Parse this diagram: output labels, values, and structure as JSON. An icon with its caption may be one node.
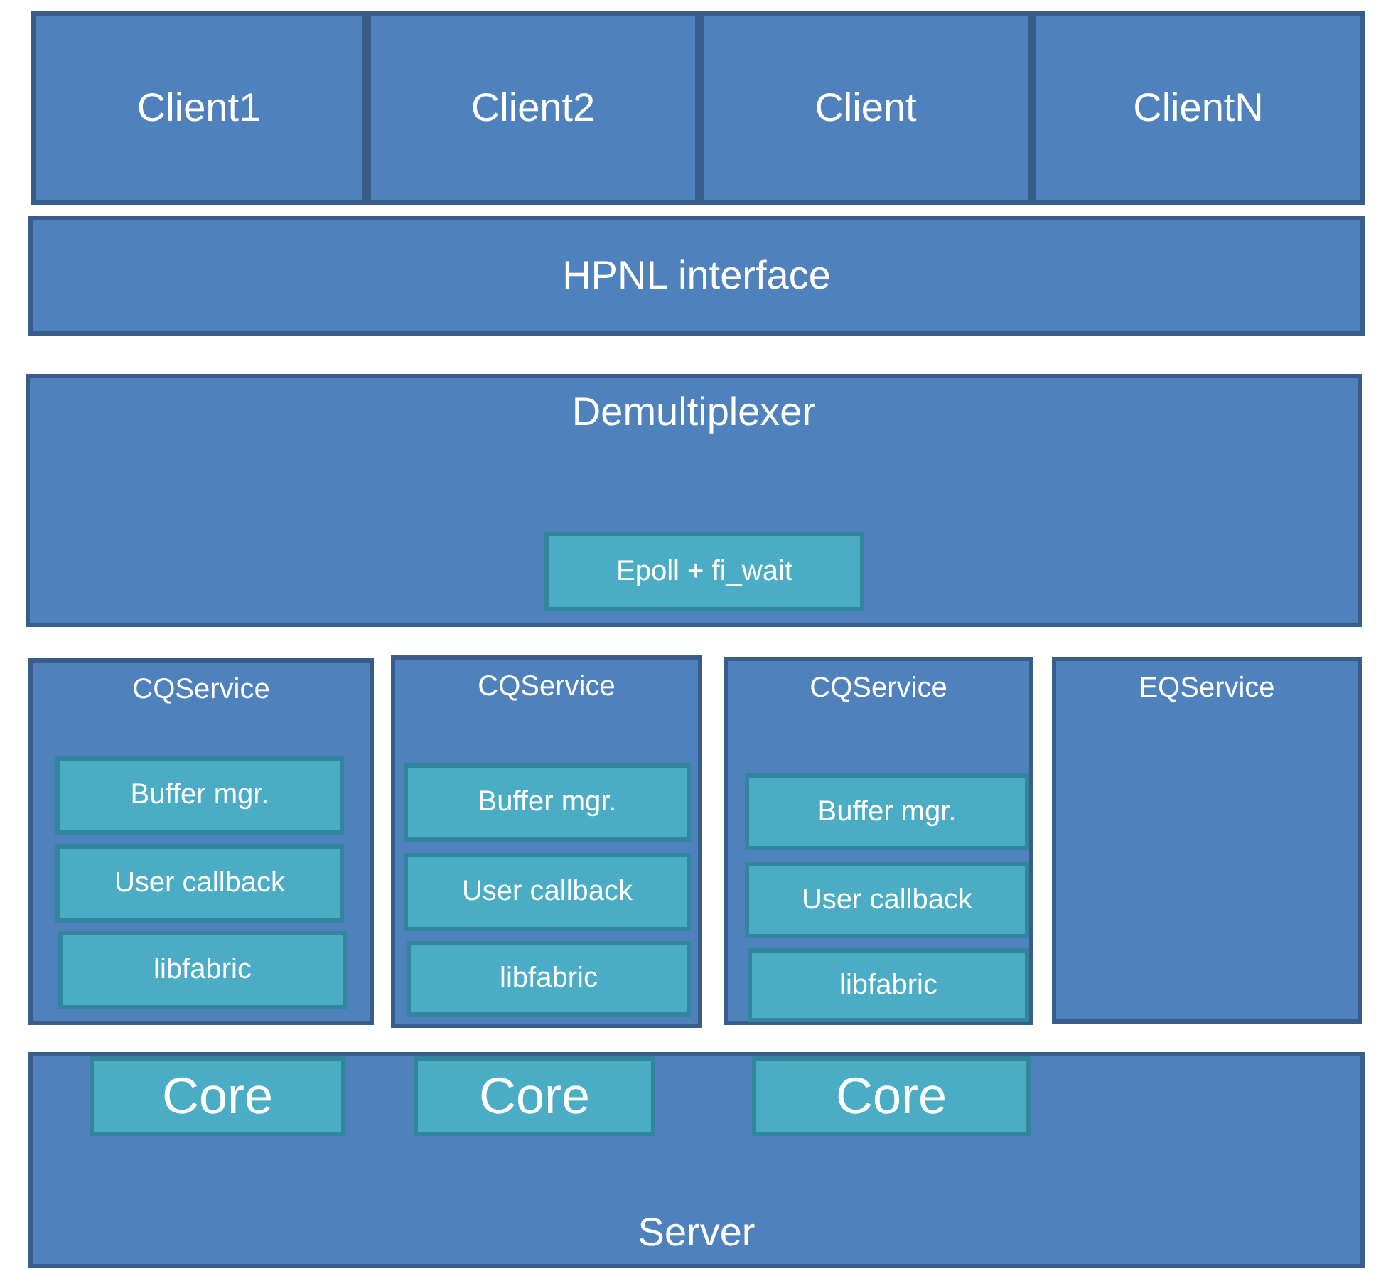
{
  "diagram": {
    "nodes": [
      {
        "text": [
          "Client1"
        ]
      },
      {
        "text": [
          "Client2"
        ]
      },
      {
        "text": [
          "Client"
        ]
      },
      {
        "text": [
          "ClientN"
        ]
      },
      {
        "text": [
          "HPNL interface"
        ]
      },
      {
        "text": [
          "Demultiplexer"
        ]
      },
      {
        "text": [
          "Epoll + fi_wait"
        ],
        "in": 5
      },
      {
        "text": [
          "CQService"
        ]
      },
      {
        "text": [
          "Buffer mgr."
        ],
        "in": 7
      },
      {
        "text": [
          "User callback"
        ],
        "in": 7
      },
      {
        "text": [
          "libfabric"
        ],
        "in": 7
      },
      {
        "text": [
          "CQService"
        ]
      },
      {
        "text": [
          "Buffer mgr."
        ],
        "in": 11
      },
      {
        "text": [
          "User callback"
        ],
        "in": 11
      },
      {
        "text": [
          "libfabric"
        ],
        "in": 11
      },
      {
        "text": [
          "CQService"
        ]
      },
      {
        "text": [
          "Buffer mgr."
        ],
        "in": 15
      },
      {
        "text": [
          "User callback"
        ],
        "in": 15
      },
      {
        "text": [
          "libfabric"
        ],
        "in": 15
      },
      {
        "text": [
          "EQService"
        ]
      },
      {
        "text": [
          "Server"
        ]
      },
      {
        "text": [
          "Core"
        ],
        "in": 20
      },
      {
        "text": [
          "Core"
        ],
        "in": 20
      },
      {
        "text": [
          "Core"
        ],
        "in": 20
      }
    ]
  }
}
